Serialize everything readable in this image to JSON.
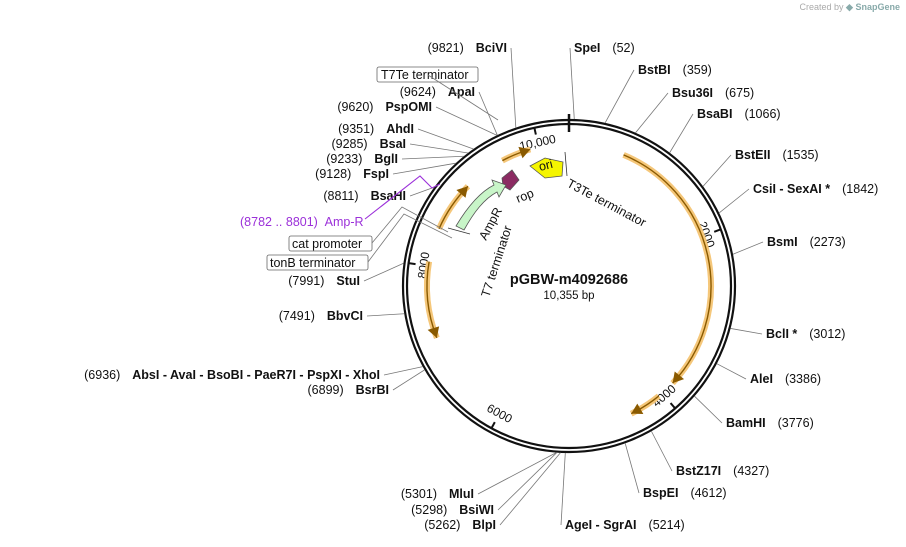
{
  "watermark": {
    "prefix": "Created by",
    "brand": "SnapGene"
  },
  "plasmid": {
    "name": "pGBW-m4092686",
    "size_label": "10,355 bp",
    "length": 10355
  },
  "ticks": [
    {
      "bp": 2000,
      "label": "2000"
    },
    {
      "bp": 4000,
      "label": "4000"
    },
    {
      "bp": 6000,
      "label": "6000"
    },
    {
      "bp": 8000,
      "label": "8000"
    },
    {
      "bp": 10000,
      "label": "10,000"
    }
  ],
  "sites_right": [
    {
      "name": "SpeI",
      "pos": "(52)",
      "bp": 52
    },
    {
      "name": "BstBI",
      "pos": "(359)",
      "bp": 359
    },
    {
      "name": "Bsu36I",
      "pos": "(675)",
      "bp": 675
    },
    {
      "name": "BsaBI",
      "pos": "(1066)",
      "bp": 1066
    },
    {
      "name": "BstEII",
      "pos": "(1535)",
      "bp": 1535
    },
    {
      "name": "CsiI  -  SexAI *",
      "pos": "(1842)",
      "bp": 1842
    },
    {
      "name": "BsmI",
      "pos": "(2273)",
      "bp": 2273
    },
    {
      "name": "BclI *",
      "pos": "(3012)",
      "bp": 3012
    },
    {
      "name": "AleI",
      "pos": "(3386)",
      "bp": 3386
    },
    {
      "name": "BamHI",
      "pos": "(3776)",
      "bp": 3776
    },
    {
      "name": "BstZ17I",
      "pos": "(4327)",
      "bp": 4327
    },
    {
      "name": "BspEI",
      "pos": "(4612)",
      "bp": 4612
    },
    {
      "name": "AgeI  -  SgrAI",
      "pos": "(5214)",
      "bp": 5214
    }
  ],
  "sites_left": [
    {
      "name": "BciVI",
      "pos": "(9821)",
      "bp": 9821
    },
    {
      "name": "ApaI",
      "pos": "(9624)",
      "bp": 9624
    },
    {
      "name": "PspOMI",
      "pos": "(9620)",
      "bp": 9620
    },
    {
      "name": "AhdI",
      "pos": "(9351)",
      "bp": 9351
    },
    {
      "name": "BsaI",
      "pos": "(9285)",
      "bp": 9285
    },
    {
      "name": "BglI",
      "pos": "(9233)",
      "bp": 9233
    },
    {
      "name": "FspI",
      "pos": "(9128)",
      "bp": 9128
    },
    {
      "name": "BsaHI",
      "pos": "(8811)",
      "bp": 8811
    },
    {
      "name": "StuI",
      "pos": "(7991)",
      "bp": 7991
    },
    {
      "name": "BbvCI",
      "pos": "(7491)",
      "bp": 7491
    },
    {
      "name": "AbsI  -  AvaI  -  BsoBI  -  PaeR7I  -  PspXI  -  XhoI",
      "pos": "(6936)",
      "bp": 6936
    },
    {
      "name": "BsrBI",
      "pos": "(6899)",
      "bp": 6899
    },
    {
      "name": "MluI",
      "pos": "(5301)",
      "bp": 5301
    },
    {
      "name": "BsiWI",
      "pos": "(5298)",
      "bp": 5298
    },
    {
      "name": "BlpI",
      "pos": "(5262)",
      "bp": 5262
    }
  ],
  "primer": {
    "label": "Amp-R",
    "pos": "(8782 .. 8801)",
    "color": "#9b30d9"
  },
  "boxed_labels": [
    {
      "text": "T7Te terminator"
    },
    {
      "text": "cat promoter"
    },
    {
      "text": "tonB terminator"
    }
  ],
  "features": {
    "ori": {
      "label": "ori",
      "color": "#f5f500"
    },
    "rop": {
      "label": "rop",
      "color": "#8b2b62"
    },
    "ampr": {
      "label": "AmpR",
      "color": "#c8f5c8"
    },
    "t3te": {
      "label": "T3Te terminator"
    },
    "t7": {
      "label": "T7 terminator"
    }
  },
  "colors": {
    "orf_fill": "#f5c77a",
    "orf_line": "#8a5a00",
    "backbone": "#111111"
  }
}
